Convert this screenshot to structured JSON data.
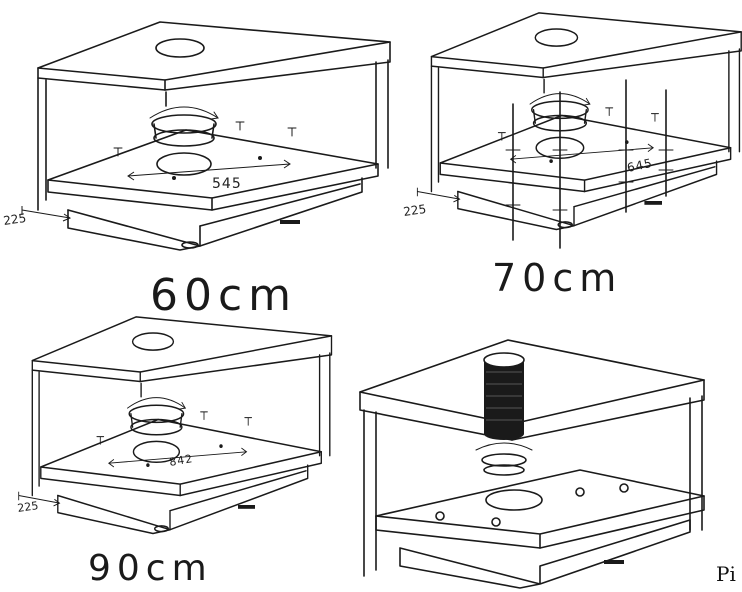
{
  "panels": [
    {
      "size_label": "60cm",
      "depth_dim": "225",
      "width_dim": "545"
    },
    {
      "size_label": "70cm",
      "depth_dim": "225",
      "width_dim": "645"
    },
    {
      "size_label": "90cm",
      "depth_dim": "225",
      "width_dim": "842"
    },
    {
      "size_label": ""
    }
  ],
  "caption": "Pi"
}
